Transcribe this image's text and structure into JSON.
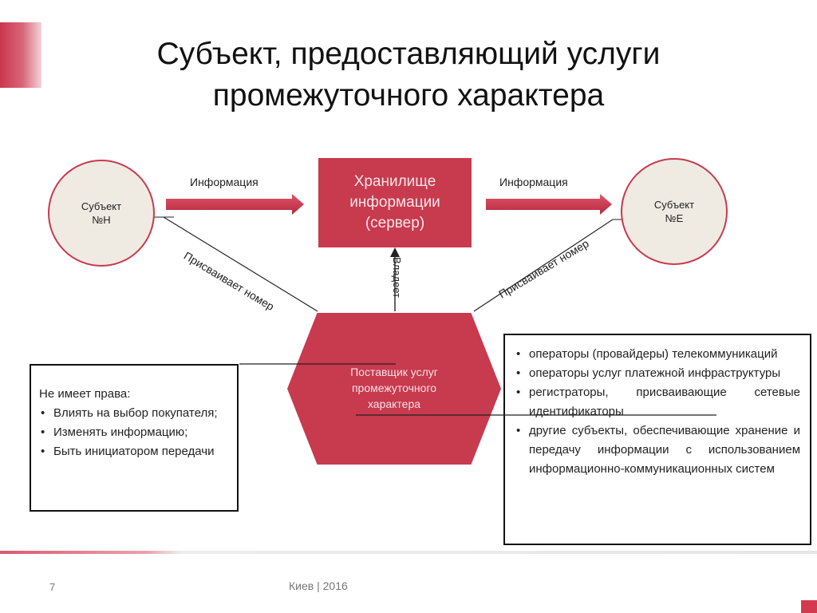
{
  "title": [
    "Субъект, предоставляющий услуги",
    "промежуточного характера"
  ],
  "subject_left": [
    "Субъект",
    "№Н"
  ],
  "subject_right": [
    "Субъект",
    "№Е"
  ],
  "storage": [
    "Хранилище",
    "информации",
    "(сервер)"
  ],
  "arrow_left_label": "Информация",
  "arrow_right_label": "Информация",
  "assign_left": "Присваивает номер",
  "assign_right": "Присваивает номер",
  "owns": "Владеет",
  "provider": "Поставщик услуг промежуточного характера",
  "left_box": {
    "heading": "Не имеет права:",
    "items": [
      "Влиять на выбор покупателя;",
      "Изменять информацию;",
      "Быть инициатором передачи"
    ]
  },
  "right_box": {
    "items": [
      "операторы (провайдеры) телекоммуникаций",
      "операторы услуг платежной инфраструктуры",
      "регистраторы, присваивающие сетевые идентификаторы",
      "другие субъекты, обеспечивающие хранение и передачу информации с использованием информационно-коммуникационных систем"
    ]
  },
  "page_number": "7",
  "footer": "Киев | 2016",
  "colors": {
    "accent": "#c83a4e",
    "circle_fill": "#efebe3"
  }
}
